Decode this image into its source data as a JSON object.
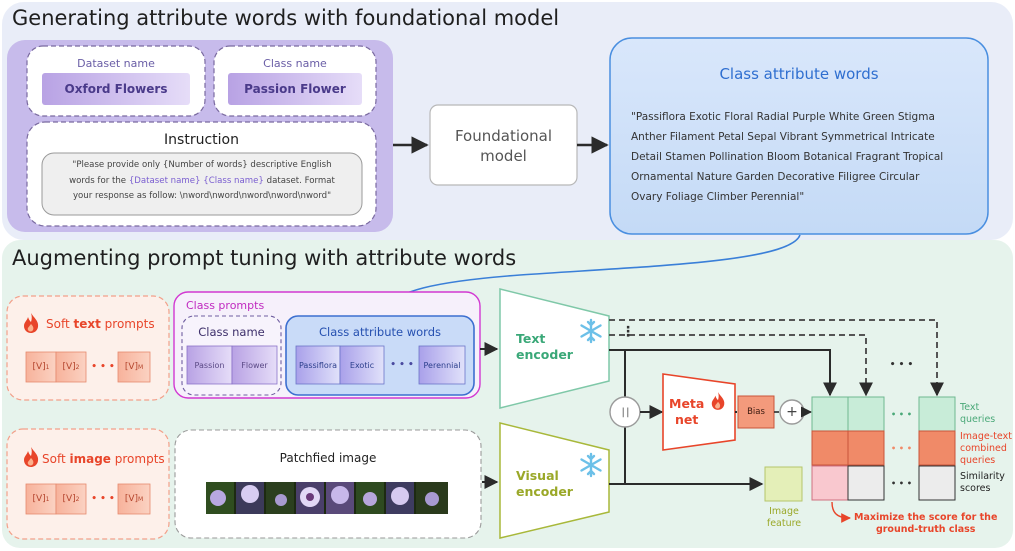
{
  "top": {
    "title": "Generating attribute words with foundational model",
    "dataset_label": "Dataset name",
    "dataset_value": "Oxford Flowers",
    "class_label": "Class name",
    "class_value": "Passion Flower",
    "instruction_title": "Instruction",
    "instruction": {
      "l1": "\"Please provide only {Number of words} descriptive English",
      "l2a": "words for the ",
      "l2b": "{Dataset name}",
      "l2c": " ",
      "l2d": "{Class name}",
      "l2e": " dataset. Format",
      "l3": "your response as follow: \\nword\\nword\\nword\\nword\\nword\""
    },
    "model_l1": "Foundational",
    "model_l2": "model",
    "attr_title": "Class attribute words",
    "attr_lines": [
      "\"Passiflora Exotic Floral Radial Purple White Green Stigma",
      "Anther Filament Petal Sepal Vibrant Symmetrical Intricate",
      "Detail Stamen Pollination Bloom Botanical Fragrant Tropical",
      "Ornamental Nature Garden Decorative Filigree Circular",
      "Ovary Foliage Climber Perennial\""
    ]
  },
  "bottom": {
    "title": "Augmenting prompt tuning with attribute words",
    "soft_text_a": "Soft ",
    "soft_text_b": "text",
    "soft_text_c": " prompts",
    "soft_image_a": "Soft ",
    "soft_image_b": "image",
    "soft_image_c": " prompts",
    "v1": "[V]",
    "v1_sub": "1",
    "v2": "[V]",
    "v2_sub": "2",
    "vm": "[V]",
    "vm_sub": "M",
    "ellipsis": "• • •",
    "class_prompts": "Class prompts",
    "class_name": "Class name",
    "tok_passion": "Passion",
    "tok_flower": "Flower",
    "class_attr": "Class attribute words",
    "tok_passiflora": "Passiflora",
    "tok_exotic": "Exotic",
    "tok_perennial": "Perennial",
    "patch_title": "Patchfied image",
    "text_encoder_l1": "Text",
    "text_encoder_l2": "encoder",
    "visual_encoder_l1": "Visual",
    "visual_encoder_l2": "encoder",
    "concat": "| |",
    "meta_l1": "Meta",
    "meta_l2": "net",
    "bias": "Bias",
    "plus": "+",
    "image_feature_l1": "Image",
    "image_feature_l2": "feature",
    "legend_text_l1": "Text",
    "legend_text_l2": "queries",
    "legend_comb_l1": "Image-text",
    "legend_comb_l2": "combined",
    "legend_comb_l3": "queries",
    "legend_sim_l1": "Similarity",
    "legend_sim_l2": "scores",
    "maximize_l1": "Maximize the score for the",
    "maximize_l2": "ground-truth class",
    "dots_v": "⋮",
    "dots_h": "• • •"
  },
  "colors": {
    "top_bg": "#e9edf8",
    "bottom_bg": "#e6f3ec",
    "purple_panel": "#c5b8ea",
    "purple_token": "#b09ae0",
    "class_attr_box": "#c8dcf7",
    "class_attr_border": "#4a8fe0",
    "text_encoder_stroke": "#7fc8a8",
    "visual_encoder_stroke": "#a8b83a",
    "soft_prompt_fill": "#f9b6a0",
    "text_query_fill": "#c8ecd8",
    "combined_fill": "#f08a68",
    "similarity_fill": "#ececec",
    "highlight_fill": "#f9c8cf",
    "accent_red": "#e8452a",
    "magenta": "#d238d2"
  },
  "icons": [
    "fire-icon",
    "snowflake-icon",
    "arrow-icon"
  ]
}
